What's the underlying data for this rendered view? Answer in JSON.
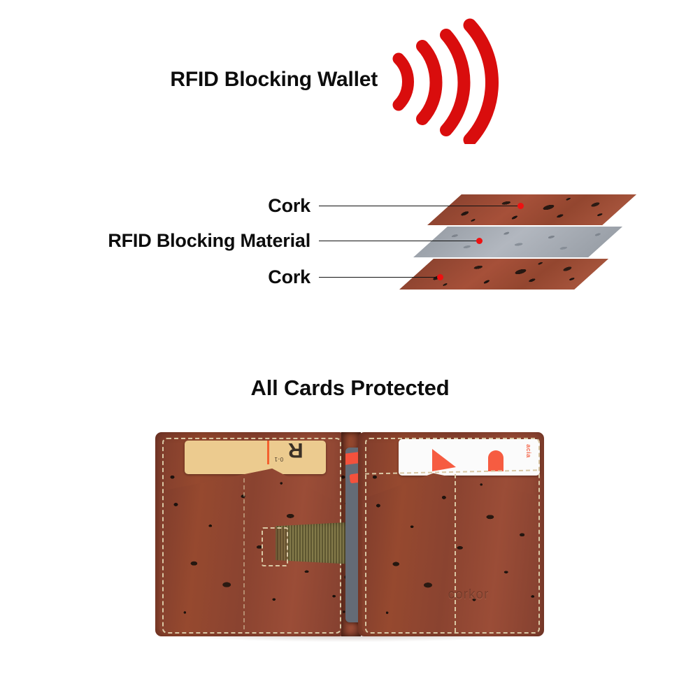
{
  "headline": {
    "title": "RFID Blocking Wallet",
    "icon": "rfid-wave-icon",
    "icon_color": "#d90d0d",
    "wave_count": 4
  },
  "layers": {
    "items": [
      {
        "label": "Cork",
        "material": "cork",
        "color": "#9c4a33",
        "dot_color": "#ee1111"
      },
      {
        "label": "RFID Blocking Material",
        "material": "rfid",
        "color": "#a6abb3",
        "dot_color": "#ee1111"
      },
      {
        "label": "Cork",
        "material": "cork",
        "color": "#9c4a33",
        "dot_color": "#ee1111"
      }
    ],
    "leader_line_color": "#111111"
  },
  "cards_section": {
    "heading": "All Cards Protected"
  },
  "wallet": {
    "brand_emboss": "corkor",
    "body_color": "#8d4331",
    "stitch_color": "#d9c7a4",
    "strap_color": "#7d7344",
    "cards": [
      {
        "name": "tan-card",
        "color": "#eccb8f",
        "accent": "#f4602f",
        "mark": "R"
      },
      {
        "name": "gray-card",
        "color": "#646b76",
        "accent": "#f4513c"
      },
      {
        "name": "white-card",
        "color": "#fbfbfb",
        "accent": "#f65c41"
      }
    ]
  }
}
